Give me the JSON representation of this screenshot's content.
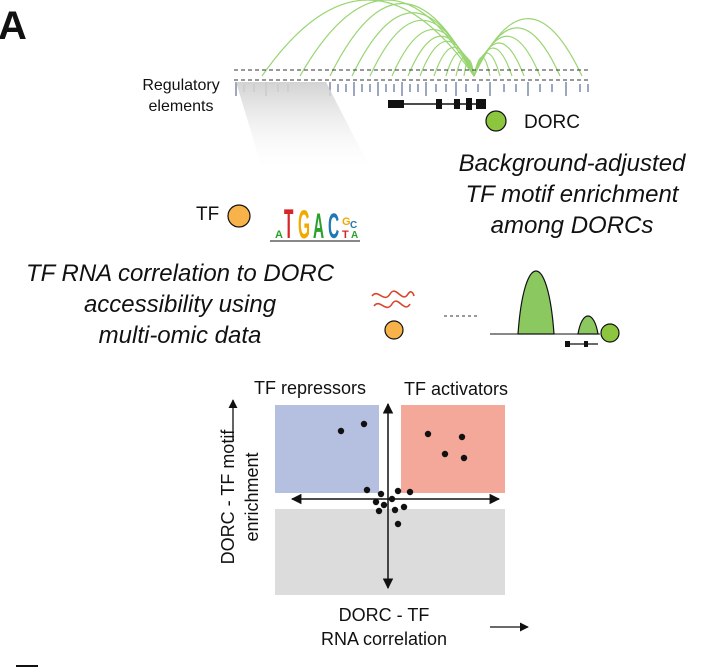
{
  "panel_letter": "A",
  "top_track": {
    "regulatory_elements_label": [
      "Regulatory",
      "elements"
    ],
    "dorc_label": "DORC"
  },
  "motif": {
    "tf_label": "TF",
    "enrichment_text": [
      "Background-adjusted",
      "TF motif enrichment",
      "among DORCs"
    ]
  },
  "correlation": {
    "text": [
      "TF RNA correlation to DORC",
      "accessibility using",
      "multi-omic data"
    ]
  },
  "quadrant": {
    "repressors_label": "TF repressors",
    "activators_label": "TF activators",
    "x_axis_label": [
      "DORC - TF",
      "RNA correlation"
    ],
    "y_axis_label": [
      "DORC - TF motif",
      "enrichment"
    ]
  },
  "colors": {
    "arc_green": "#8fd164",
    "dorc_green": "#8cc63f",
    "tf_orange": "#f7b24a",
    "peak_green": "#8cc860",
    "rna_red": "#d9472b",
    "repressor_fill": "#b5bfe0",
    "activator_fill": "#f4a89a",
    "neutral_fill": "#dcdcdc"
  }
}
